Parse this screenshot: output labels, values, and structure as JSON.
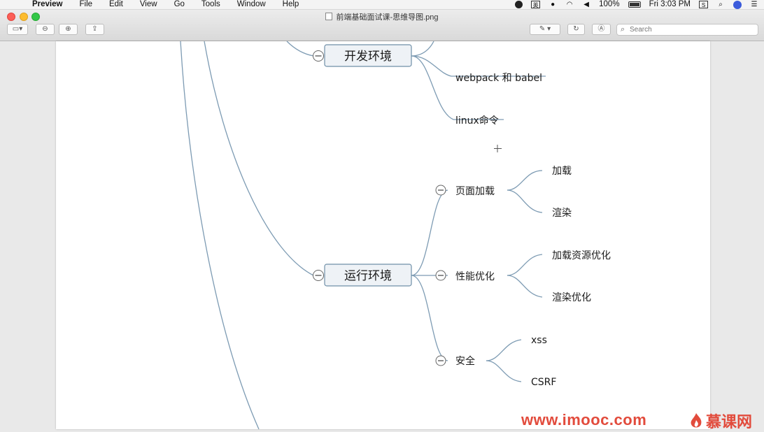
{
  "menubar": {
    "app": "Preview",
    "items": [
      "File",
      "Edit",
      "View",
      "Go",
      "Tools",
      "Window",
      "Help"
    ],
    "status": {
      "battery": "100%",
      "clock": "Fri 3:03 PM"
    }
  },
  "window": {
    "title": "前端基础面试课-思维导图.png",
    "search_placeholder": "Search"
  },
  "mindmap": {
    "branches": [
      {
        "label": "开发环境",
        "children": [
          "webpack 和 babel",
          "linux命令"
        ]
      },
      {
        "label": "运行环境",
        "children": [
          {
            "label": "页面加载",
            "children": [
              "加载",
              "渲染"
            ]
          },
          {
            "label": "性能优化",
            "children": [
              "加载资源优化",
              "渲染优化"
            ]
          },
          {
            "label": "安全",
            "children": [
              "xss",
              "CSRF"
            ]
          }
        ]
      }
    ]
  },
  "watermark": {
    "url": "www.imooc.com",
    "brand": "慕课网",
    "color": "#e24b3c"
  }
}
